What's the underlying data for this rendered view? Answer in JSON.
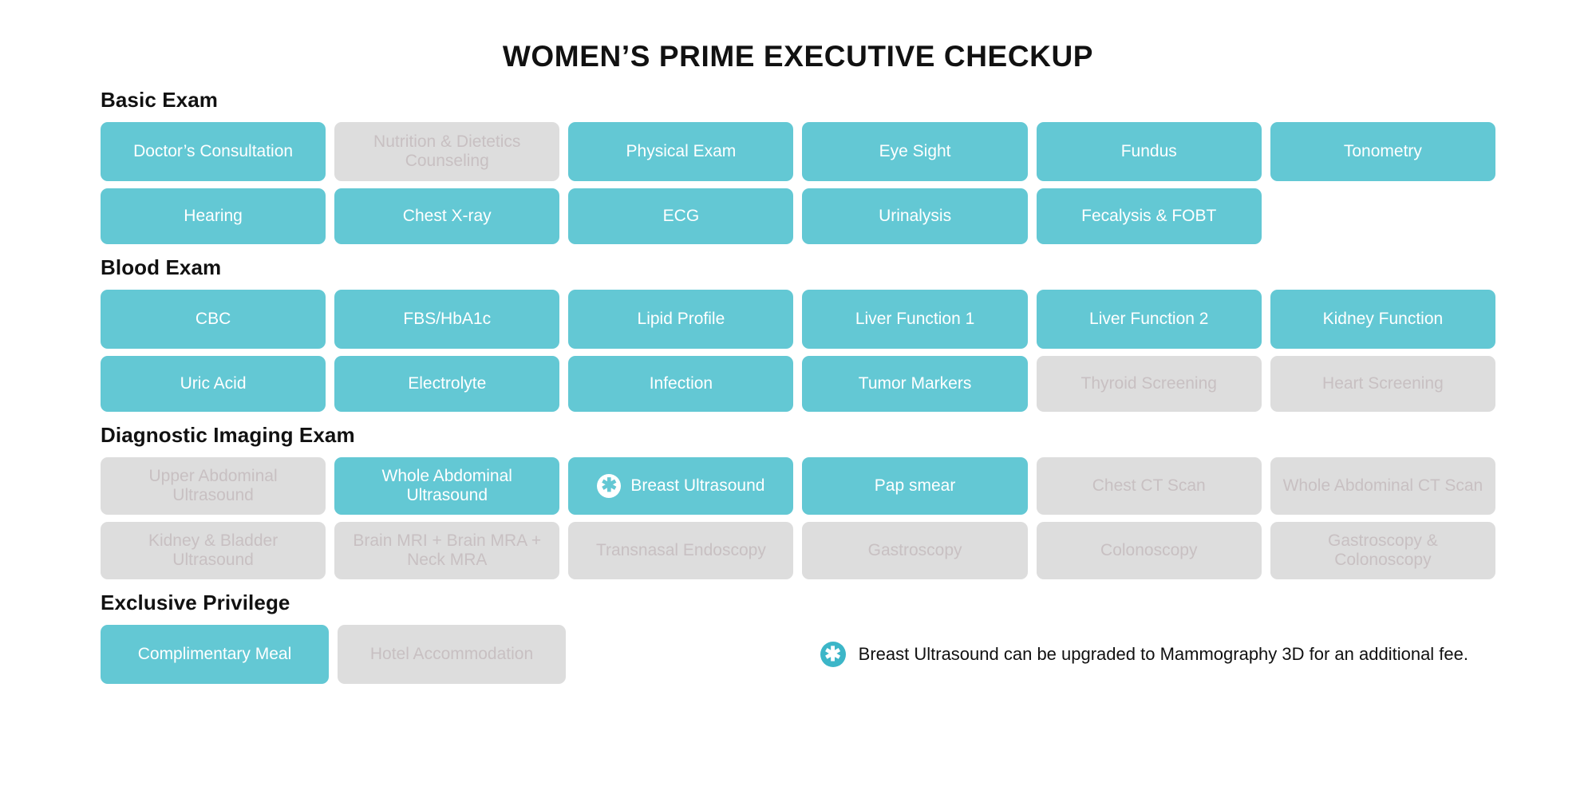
{
  "header": {
    "title": "WOMEN’S PRIME EXECUTIVE CHECKUP"
  },
  "colors": {
    "active": "#63c8d4",
    "inactive_bg": "#dddddd",
    "inactive_text": "#c8c0c2",
    "badge": "#3cb6c8",
    "text_dark": "#111111",
    "page_bg": "#ffffff"
  },
  "sections": [
    {
      "id": "basic-exam",
      "title": "Basic Exam",
      "rows": [
        [
          {
            "label": "Doctor’s Consultation",
            "state": "included"
          },
          {
            "label": "Nutrition & Dietetics Counseling",
            "state": "excluded"
          },
          {
            "label": "Physical Exam",
            "state": "included"
          },
          {
            "label": "Eye Sight",
            "state": "included"
          },
          {
            "label": "Fundus",
            "state": "included"
          },
          {
            "label": "Tonometry",
            "state": "included"
          }
        ],
        [
          {
            "label": "Hearing",
            "state": "included"
          },
          {
            "label": "Chest X-ray",
            "state": "included"
          },
          {
            "label": "ECG",
            "state": "included"
          },
          {
            "label": "Urinalysis",
            "state": "included"
          },
          {
            "label": "Fecalysis & FOBT",
            "state": "included"
          }
        ]
      ]
    },
    {
      "id": "blood-exam",
      "title": "Blood Exam",
      "rows": [
        [
          {
            "label": "CBC",
            "state": "included"
          },
          {
            "label": "FBS/HbA1c",
            "state": "included"
          },
          {
            "label": "Lipid Profile",
            "state": "included"
          },
          {
            "label": "Liver Function 1",
            "state": "included"
          },
          {
            "label": "Liver Function 2",
            "state": "included"
          },
          {
            "label": "Kidney Function",
            "state": "included"
          }
        ],
        [
          {
            "label": "Uric Acid",
            "state": "included"
          },
          {
            "label": "Electrolyte",
            "state": "included"
          },
          {
            "label": "Infection",
            "state": "included"
          },
          {
            "label": "Tumor Markers",
            "state": "included"
          },
          {
            "label": "Thyroid Screening",
            "state": "excluded"
          },
          {
            "label": "Heart Screening",
            "state": "excluded"
          }
        ]
      ]
    },
    {
      "id": "diagnostic-imaging-exam",
      "title": "Diagnostic Imaging Exam",
      "rows": [
        [
          {
            "label": "Upper Abdominal Ultrasound",
            "state": "excluded"
          },
          {
            "label": "Whole Abdominal Ultrasound",
            "state": "included"
          },
          {
            "label": "Breast Ultrasound",
            "state": "included",
            "badge": "asterisk"
          },
          {
            "label": "Pap smear",
            "state": "included"
          },
          {
            "label": "Chest CT Scan",
            "state": "excluded"
          },
          {
            "label": "Whole Abdominal CT Scan",
            "state": "excluded"
          }
        ],
        [
          {
            "label": "Kidney & Bladder Ultrasound",
            "state": "excluded"
          },
          {
            "label": "Brain MRI + Brain MRA + Neck MRA",
            "state": "excluded"
          },
          {
            "label": "Transnasal Endoscopy",
            "state": "excluded"
          },
          {
            "label": "Gastroscopy",
            "state": "excluded"
          },
          {
            "label": "Colonoscopy",
            "state": "excluded"
          },
          {
            "label": "Gastroscopy & Colonoscopy",
            "state": "excluded"
          }
        ]
      ]
    }
  ],
  "privilege": {
    "title": "Exclusive Privilege",
    "items": [
      {
        "label": "Complimentary Meal",
        "state": "included"
      },
      {
        "label": "Hotel Accommodation",
        "state": "excluded"
      }
    ]
  },
  "footnote": {
    "badge": "asterisk-icon",
    "badge_glyph": "✱",
    "text": "Breast Ultrasound can be upgraded to Mammography 3D for an additional fee."
  }
}
